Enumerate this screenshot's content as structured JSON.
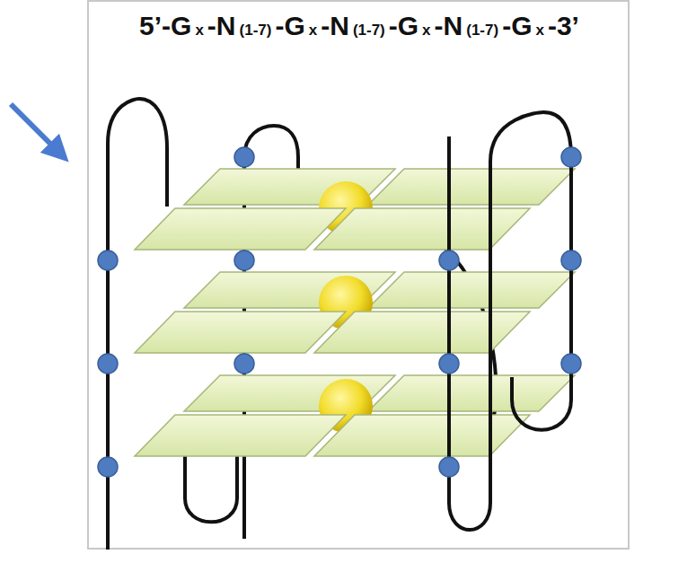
{
  "diagram": {
    "labels": [
      "5’-G",
      "x",
      "-N",
      "(1-7)",
      "-G",
      "x",
      "-N",
      "(1-7)",
      "-G",
      "x",
      "-N",
      "(1-7)",
      "-G",
      "x",
      "-3’"
    ]
  }
}
